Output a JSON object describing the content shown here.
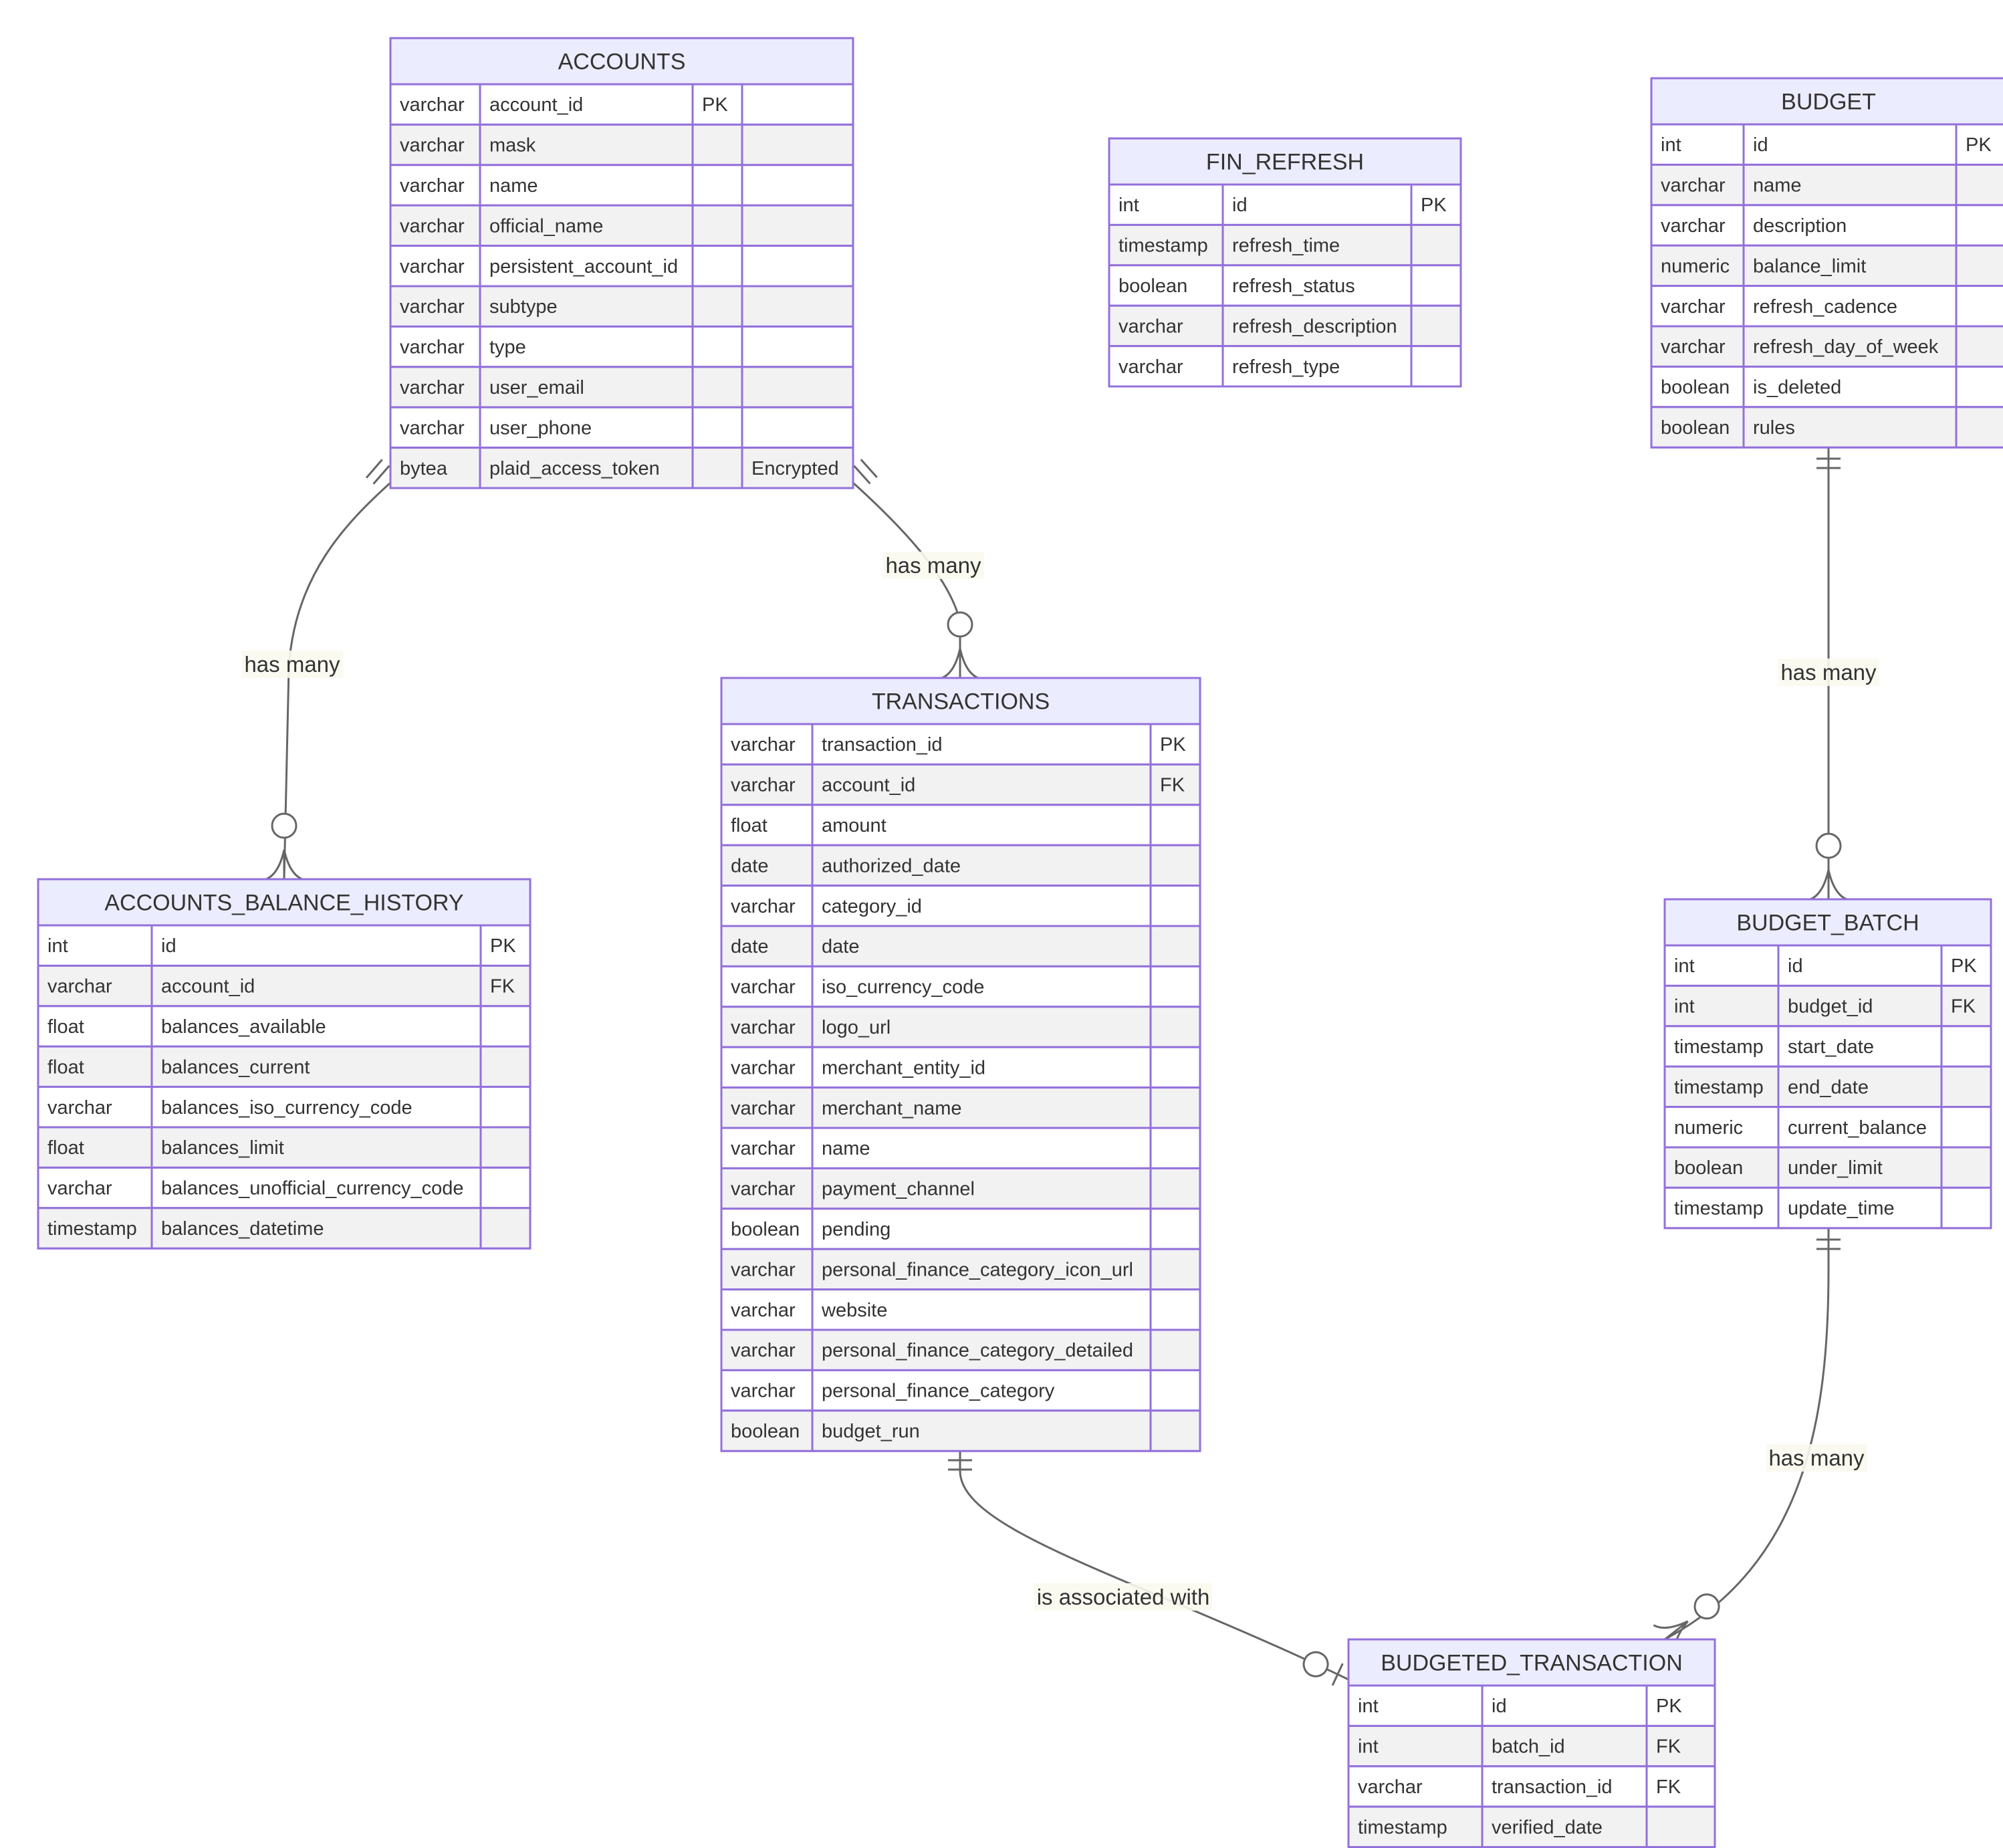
{
  "entities": [
    {
      "id": "accounts",
      "title": "ACCOUNTS",
      "attributes": [
        {
          "type": "varchar",
          "name": "account_id",
          "key": "PK",
          "comment": ""
        },
        {
          "type": "varchar",
          "name": "mask",
          "key": "",
          "comment": ""
        },
        {
          "type": "varchar",
          "name": "name",
          "key": "",
          "comment": ""
        },
        {
          "type": "varchar",
          "name": "official_name",
          "key": "",
          "comment": ""
        },
        {
          "type": "varchar",
          "name": "persistent_account_id",
          "key": "",
          "comment": ""
        },
        {
          "type": "varchar",
          "name": "subtype",
          "key": "",
          "comment": ""
        },
        {
          "type": "varchar",
          "name": "type",
          "key": "",
          "comment": ""
        },
        {
          "type": "varchar",
          "name": "user_email",
          "key": "",
          "comment": ""
        },
        {
          "type": "varchar",
          "name": "user_phone",
          "key": "",
          "comment": ""
        },
        {
          "type": "bytea",
          "name": "plaid_access_token",
          "key": "",
          "comment": "Encrypted"
        }
      ]
    },
    {
      "id": "fin-refresh",
      "title": "FIN_REFRESH",
      "attributes": [
        {
          "type": "int",
          "name": "id",
          "key": "PK"
        },
        {
          "type": "timestamp",
          "name": "refresh_time",
          "key": ""
        },
        {
          "type": "boolean",
          "name": "refresh_status",
          "key": ""
        },
        {
          "type": "varchar",
          "name": "refresh_description",
          "key": ""
        },
        {
          "type": "varchar",
          "name": "refresh_type",
          "key": ""
        }
      ]
    },
    {
      "id": "budget",
      "title": "BUDGET",
      "attributes": [
        {
          "type": "int",
          "name": "id",
          "key": "PK"
        },
        {
          "type": "varchar",
          "name": "name",
          "key": ""
        },
        {
          "type": "varchar",
          "name": "description",
          "key": ""
        },
        {
          "type": "numeric",
          "name": "balance_limit",
          "key": ""
        },
        {
          "type": "varchar",
          "name": "refresh_cadence",
          "key": ""
        },
        {
          "type": "varchar",
          "name": "refresh_day_of_week",
          "key": ""
        },
        {
          "type": "boolean",
          "name": "is_deleted",
          "key": ""
        },
        {
          "type": "boolean",
          "name": "rules",
          "key": ""
        }
      ]
    },
    {
      "id": "transactions",
      "title": "TRANSACTIONS",
      "attributes": [
        {
          "type": "varchar",
          "name": "transaction_id",
          "key": "PK"
        },
        {
          "type": "varchar",
          "name": "account_id",
          "key": "FK"
        },
        {
          "type": "float",
          "name": "amount",
          "key": ""
        },
        {
          "type": "date",
          "name": "authorized_date",
          "key": ""
        },
        {
          "type": "varchar",
          "name": "category_id",
          "key": ""
        },
        {
          "type": "date",
          "name": "date",
          "key": ""
        },
        {
          "type": "varchar",
          "name": "iso_currency_code",
          "key": ""
        },
        {
          "type": "varchar",
          "name": "logo_url",
          "key": ""
        },
        {
          "type": "varchar",
          "name": "merchant_entity_id",
          "key": ""
        },
        {
          "type": "varchar",
          "name": "merchant_name",
          "key": ""
        },
        {
          "type": "varchar",
          "name": "name",
          "key": ""
        },
        {
          "type": "varchar",
          "name": "payment_channel",
          "key": ""
        },
        {
          "type": "boolean",
          "name": "pending",
          "key": ""
        },
        {
          "type": "varchar",
          "name": "personal_finance_category_icon_url",
          "key": ""
        },
        {
          "type": "varchar",
          "name": "website",
          "key": ""
        },
        {
          "type": "varchar",
          "name": "personal_finance_category_detailed",
          "key": ""
        },
        {
          "type": "varchar",
          "name": "personal_finance_category",
          "key": ""
        },
        {
          "type": "boolean",
          "name": "budget_run",
          "key": ""
        }
      ]
    },
    {
      "id": "accounts-balance-history",
      "title": "ACCOUNTS_BALANCE_HISTORY",
      "attributes": [
        {
          "type": "int",
          "name": "id",
          "key": "PK"
        },
        {
          "type": "varchar",
          "name": "account_id",
          "key": "FK"
        },
        {
          "type": "float",
          "name": "balances_available",
          "key": ""
        },
        {
          "type": "float",
          "name": "balances_current",
          "key": ""
        },
        {
          "type": "varchar",
          "name": "balances_iso_currency_code",
          "key": ""
        },
        {
          "type": "float",
          "name": "balances_limit",
          "key": ""
        },
        {
          "type": "varchar",
          "name": "balances_unofficial_currency_code",
          "key": ""
        },
        {
          "type": "timestamp",
          "name": "balances_datetime",
          "key": ""
        }
      ]
    },
    {
      "id": "budget-batch",
      "title": "BUDGET_BATCH",
      "attributes": [
        {
          "type": "int",
          "name": "id",
          "key": "PK"
        },
        {
          "type": "int",
          "name": "budget_id",
          "key": "FK"
        },
        {
          "type": "timestamp",
          "name": "start_date",
          "key": ""
        },
        {
          "type": "timestamp",
          "name": "end_date",
          "key": ""
        },
        {
          "type": "numeric",
          "name": "current_balance",
          "key": ""
        },
        {
          "type": "boolean",
          "name": "under_limit",
          "key": ""
        },
        {
          "type": "timestamp",
          "name": "update_time",
          "key": ""
        }
      ]
    },
    {
      "id": "budgeted-transaction",
      "title": "BUDGETED_TRANSACTION",
      "attributes": [
        {
          "type": "int",
          "name": "id",
          "key": "PK"
        },
        {
          "type": "int",
          "name": "batch_id",
          "key": "FK"
        },
        {
          "type": "varchar",
          "name": "transaction_id",
          "key": "FK"
        },
        {
          "type": "timestamp",
          "name": "verified_date",
          "key": ""
        }
      ]
    }
  ],
  "relationships": [
    {
      "id": "accounts-to-balance-history",
      "label": "has many",
      "from": "ACCOUNTS",
      "to": "ACCOUNTS_BALANCE_HISTORY",
      "from_cardinality": "exactly one",
      "to_cardinality": "zero or many"
    },
    {
      "id": "accounts-to-transactions",
      "label": "has many",
      "from": "ACCOUNTS",
      "to": "TRANSACTIONS",
      "from_cardinality": "exactly one",
      "to_cardinality": "zero or many"
    },
    {
      "id": "budget-to-budget-batch",
      "label": "has many",
      "from": "BUDGET",
      "to": "BUDGET_BATCH",
      "from_cardinality": "exactly one",
      "to_cardinality": "zero or many"
    },
    {
      "id": "budget-batch-to-budgeted-transaction",
      "label": "has many",
      "from": "BUDGET_BATCH",
      "to": "BUDGETED_TRANSACTION",
      "from_cardinality": "exactly one",
      "to_cardinality": "zero or many"
    },
    {
      "id": "transactions-to-budgeted-transaction",
      "label": "is associated with",
      "from": "TRANSACTIONS",
      "to": "BUDGETED_TRANSACTION",
      "from_cardinality": "exactly one",
      "to_cardinality": "zero or one"
    }
  ],
  "colors": {
    "entity_fill": "#ECECFF",
    "entity_border": "#9370DB",
    "row_odd": "#ffffff",
    "row_even": "#f2f2f2",
    "line": "#666666",
    "text": "#333333",
    "label_bg": "#fafaf0"
  }
}
